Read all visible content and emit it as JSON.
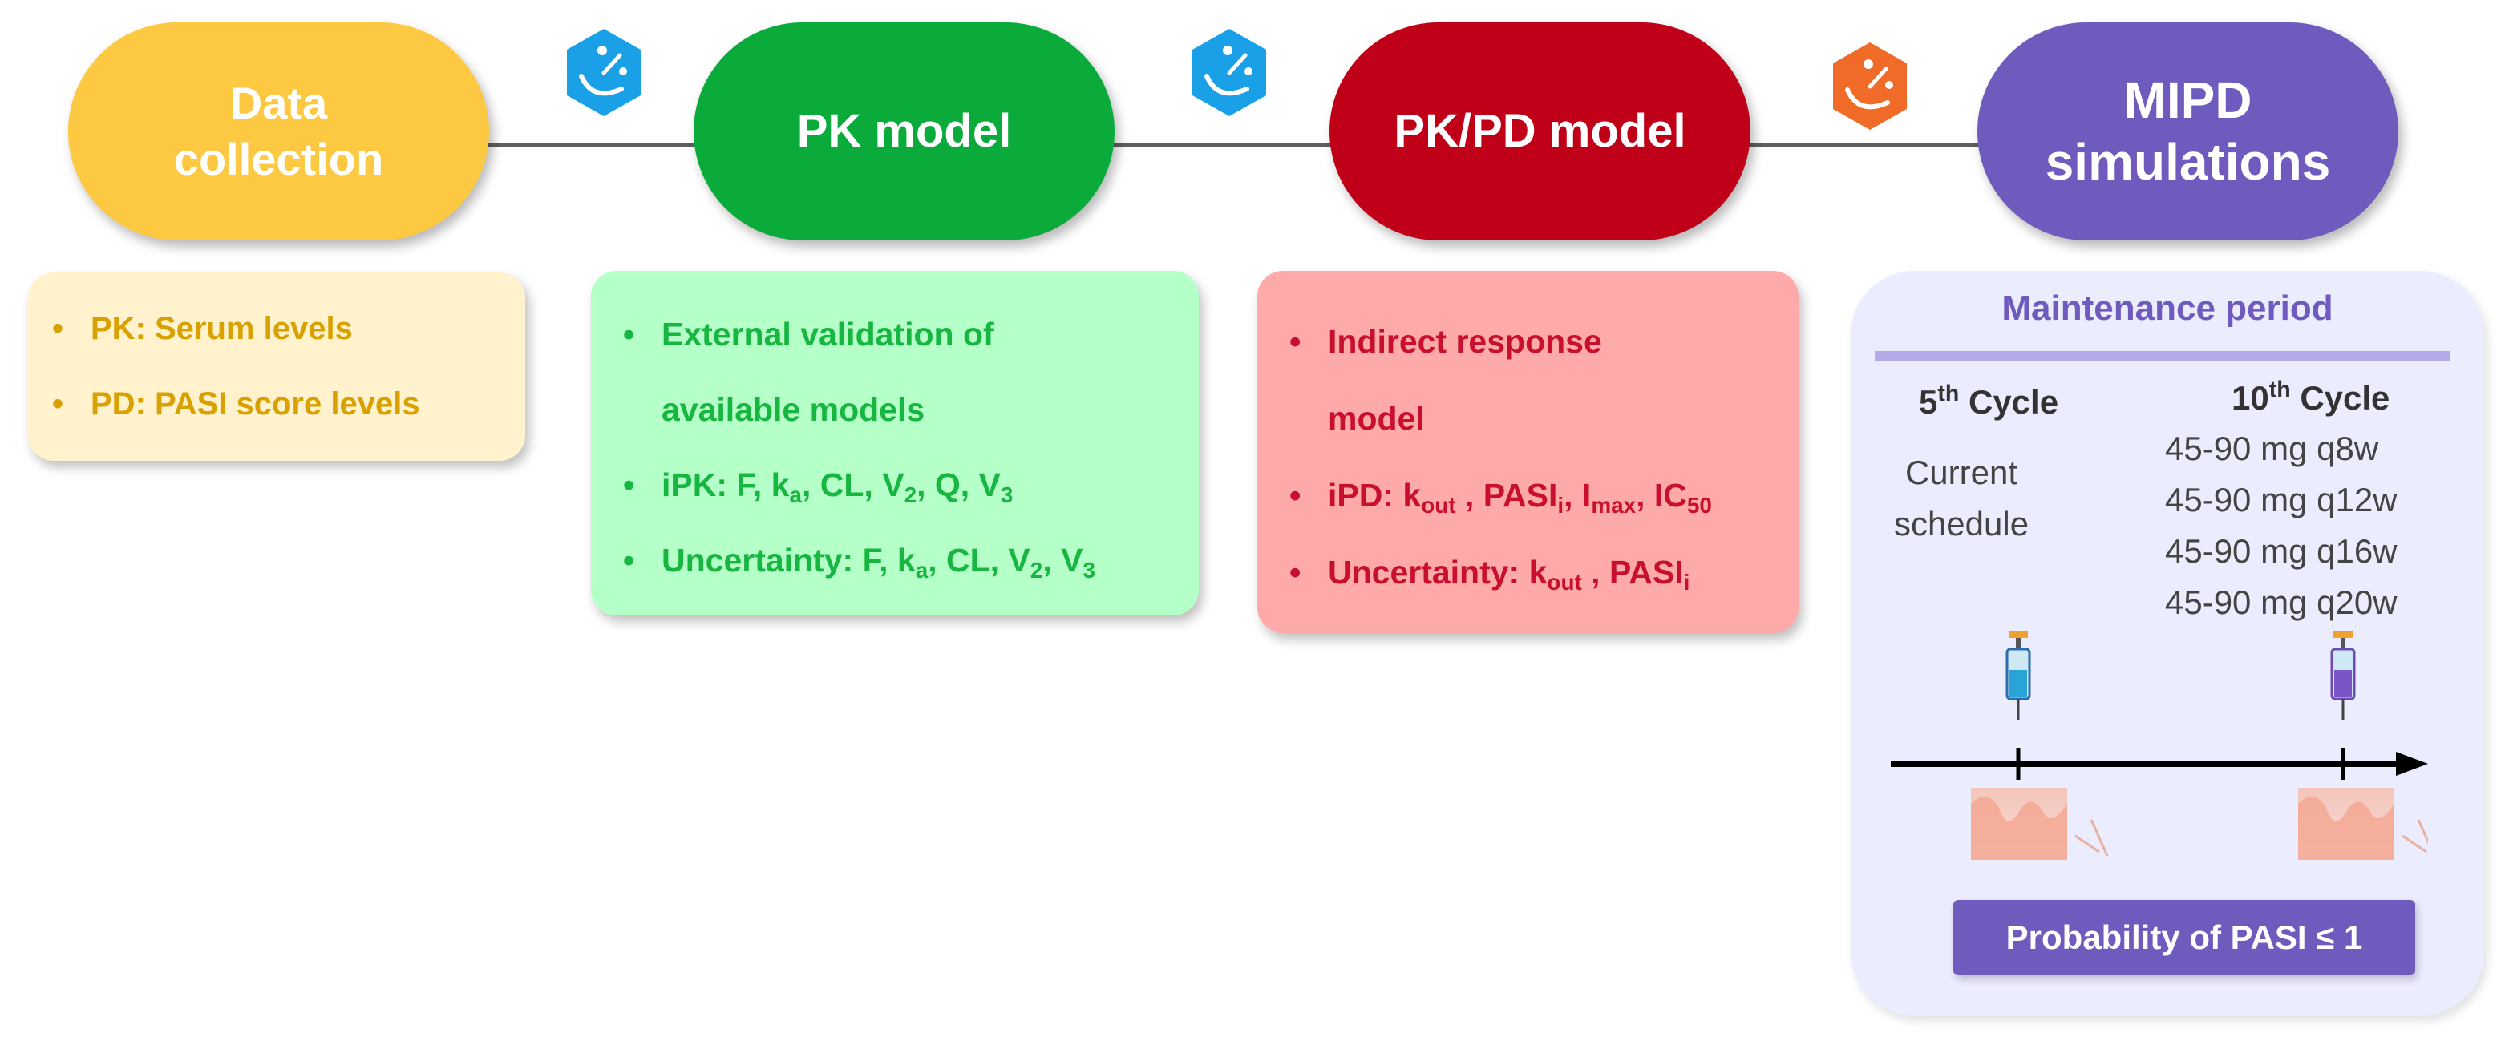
{
  "stages": {
    "data_collection": {
      "title": "Data\ncollection",
      "color": "#fdc842",
      "items": [
        "PK: Serum levels",
        "PD: PASI score levels"
      ]
    },
    "pk_model": {
      "title": "PK model",
      "color": "#0bab3b",
      "items": {
        "external_1": "External validation of",
        "external_2": "available models",
        "ipk_prefix": "iPK: F, k",
        "ipk_ka_sub": "a",
        "ipk_mid1": ", CL, V",
        "ipk_v2_sub": "2",
        "ipk_mid2": ", Q, V",
        "ipk_v3_sub": "3",
        "unc_prefix": "Uncertainty: F, k",
        "unc_ka_sub": "a",
        "unc_mid1": ", CL, V",
        "unc_v2_sub": "2",
        "unc_mid2": ", V",
        "unc_v3_sub": "3"
      }
    },
    "pkpd_model": {
      "title": "PK/PD model",
      "color": "#c00018",
      "items": {
        "indirect_1": "Indirect response",
        "indirect_2": "model",
        "ipd_prefix": "iPD: k",
        "ipd_kout_sub": "out",
        "ipd_pasi": " , PASI",
        "ipd_pasi_sub": "i",
        "ipd_imax": ", I",
        "ipd_imax_sub": "max",
        "ipd_ic": ", IC",
        "ipd_ic_sub": "50",
        "unc_prefix": "Uncertainty: k",
        "unc_kout_sub": "out",
        "unc_pasi": " , PASI",
        "unc_pasi_sub": "i"
      }
    },
    "mipd": {
      "title": "MIPD\nsimulations",
      "color": "#6f5bbd",
      "panel_title": "Maintenance period",
      "cycle5_num": "5",
      "cycle5_sup": "th",
      "cycle5_label": " Cycle",
      "cycle10_num": "10",
      "cycle10_sup": "th",
      "cycle10_label": " Cycle",
      "current_schedule": "Current\nschedule",
      "schedules": [
        "45-90 mg q8w",
        "45-90 mg q12w",
        "45-90 mg q16w",
        "45-90 mg q20w"
      ],
      "probability_label": "Probability of PASI ≤ 1"
    }
  },
  "icons": [
    "software-hex-icon-blue",
    "software-hex-icon-blue",
    "software-hex-icon-orange",
    "syringe-icon",
    "skin-tissue-icon"
  ],
  "accent_colors": {
    "blue_icon": "#1aa0e6",
    "orange_icon": "#f06a28",
    "connector": "#5f5f5f"
  }
}
